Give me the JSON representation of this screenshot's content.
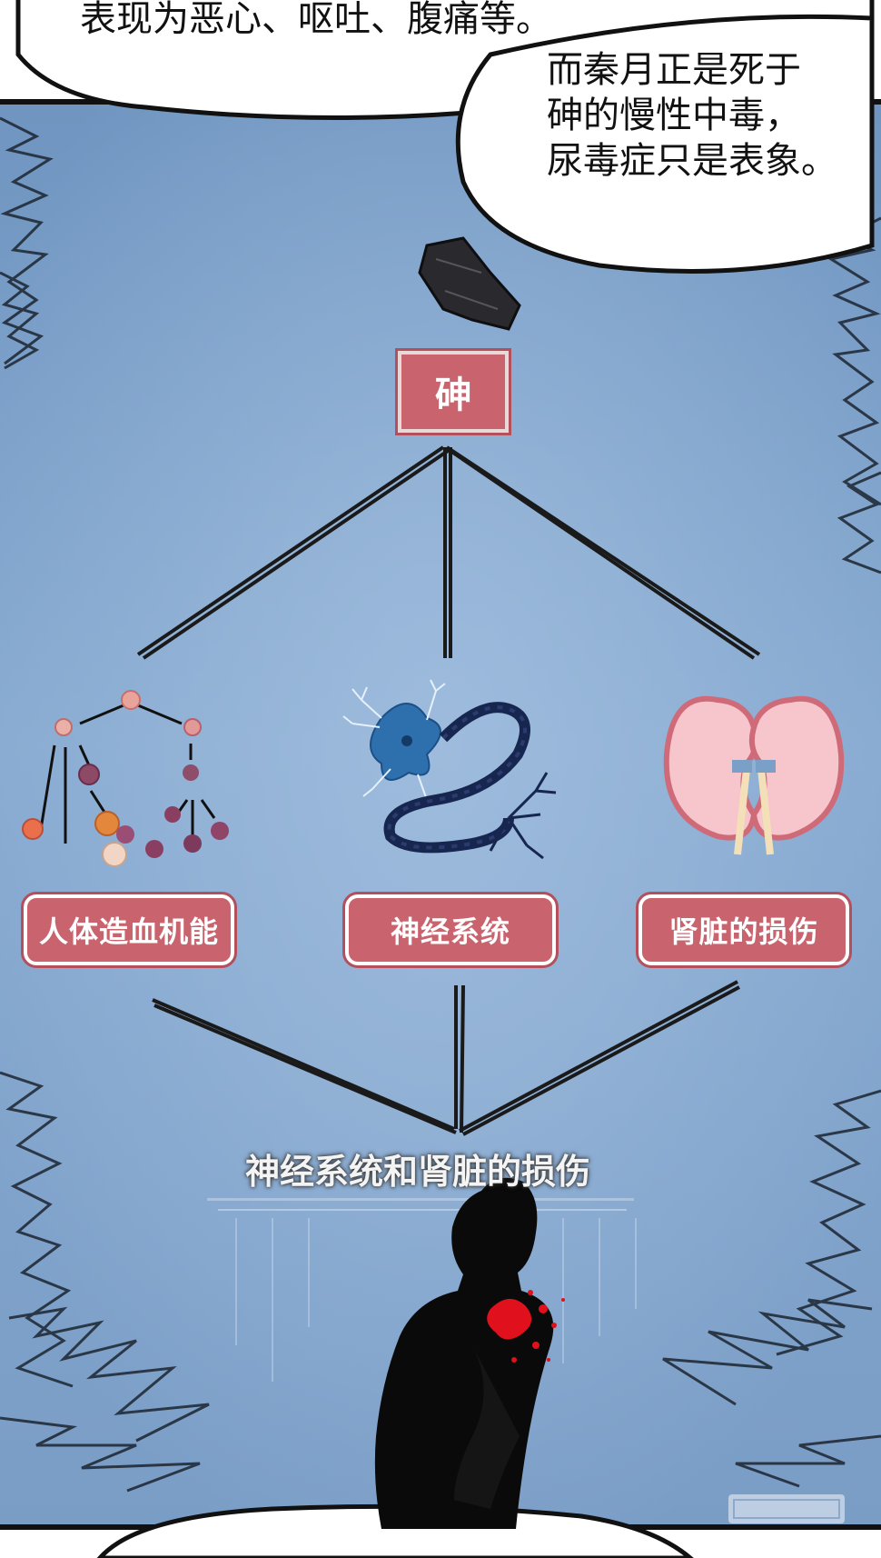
{
  "bubbles": {
    "top_text": "表现为恶心、呕吐、腹痛等。",
    "right_lines": [
      "而秦月正是死于",
      "砷的慢性中毒，",
      "尿毒症只是表象。"
    ]
  },
  "diagram": {
    "root_label": "砷",
    "categories": [
      "人体造血机能",
      "神经系统",
      "肾脏的损伤"
    ],
    "subtitle": "神经系统和肾脏的损伤"
  },
  "colors": {
    "background": "#7b9fc7",
    "label_fill": "#c9646e",
    "label_border": "#b4505b",
    "silhouette": "#0a0a0a",
    "blood": "#e0101c"
  }
}
